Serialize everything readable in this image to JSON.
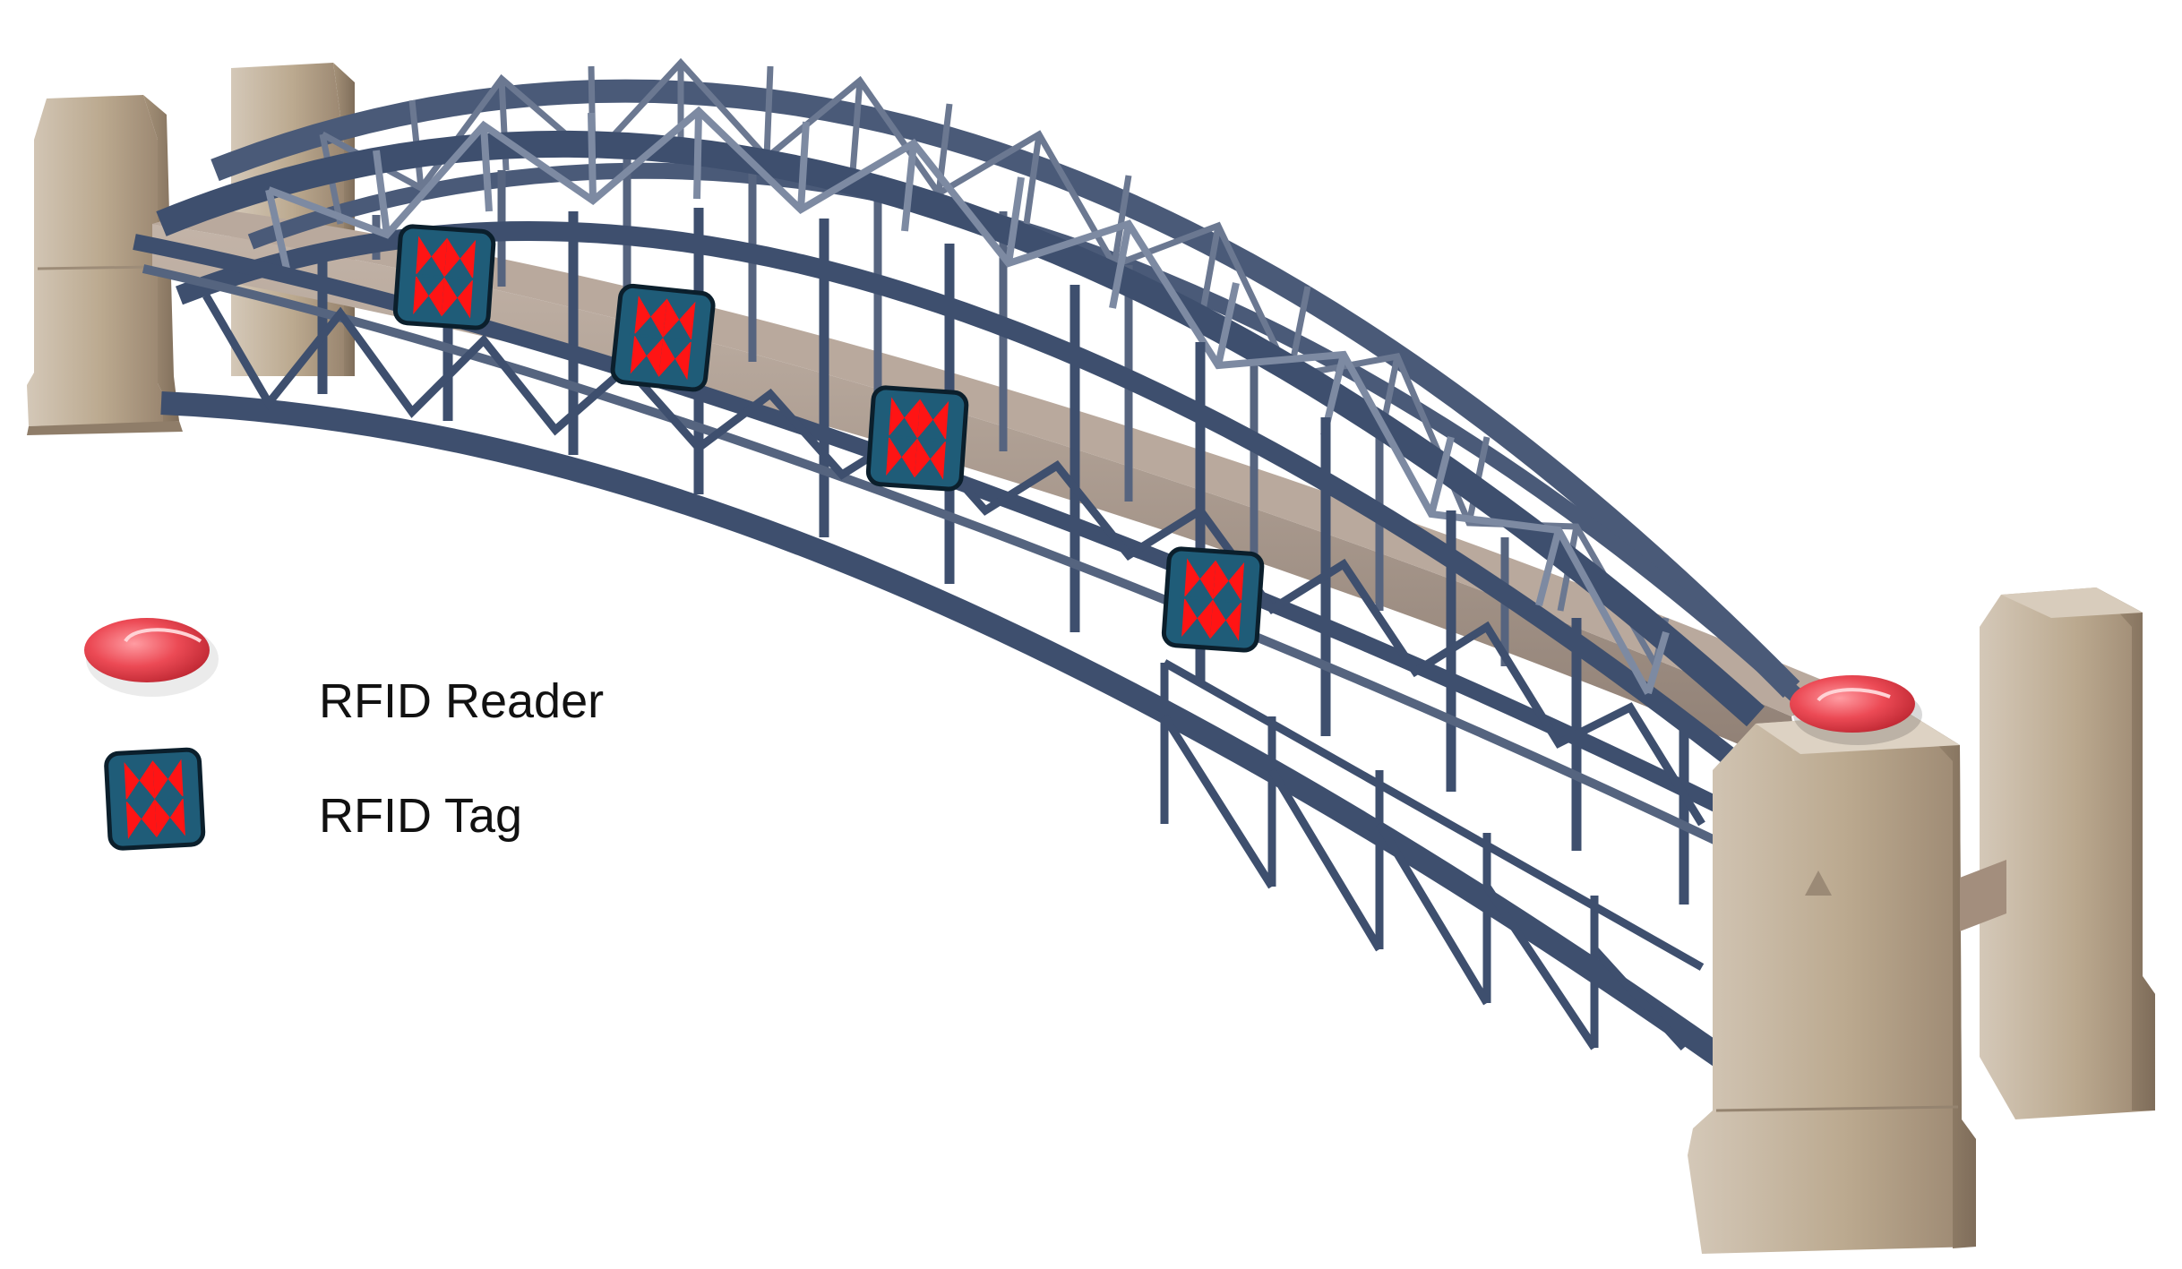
{
  "legend": {
    "reader_label": "RFID Reader",
    "tag_label": "RFID Tag"
  },
  "colors": {
    "steel": "#3e4f6e",
    "steel_dark": "#2c3a55",
    "steel_light": "#6c7a94",
    "stone": "#b5a48f",
    "stone_light": "#cfc3b3",
    "stone_dark": "#8d7d6b",
    "deck": "#a8968a",
    "reader_red": "#e8424d",
    "tag_teal": "#1f5c78",
    "tag_red": "#ff1414"
  },
  "icons": {
    "reader": "rfid-reader-icon",
    "tag": "rfid-tag-icon"
  },
  "bridge": {
    "tag_count": 4,
    "reader_count": 1
  }
}
